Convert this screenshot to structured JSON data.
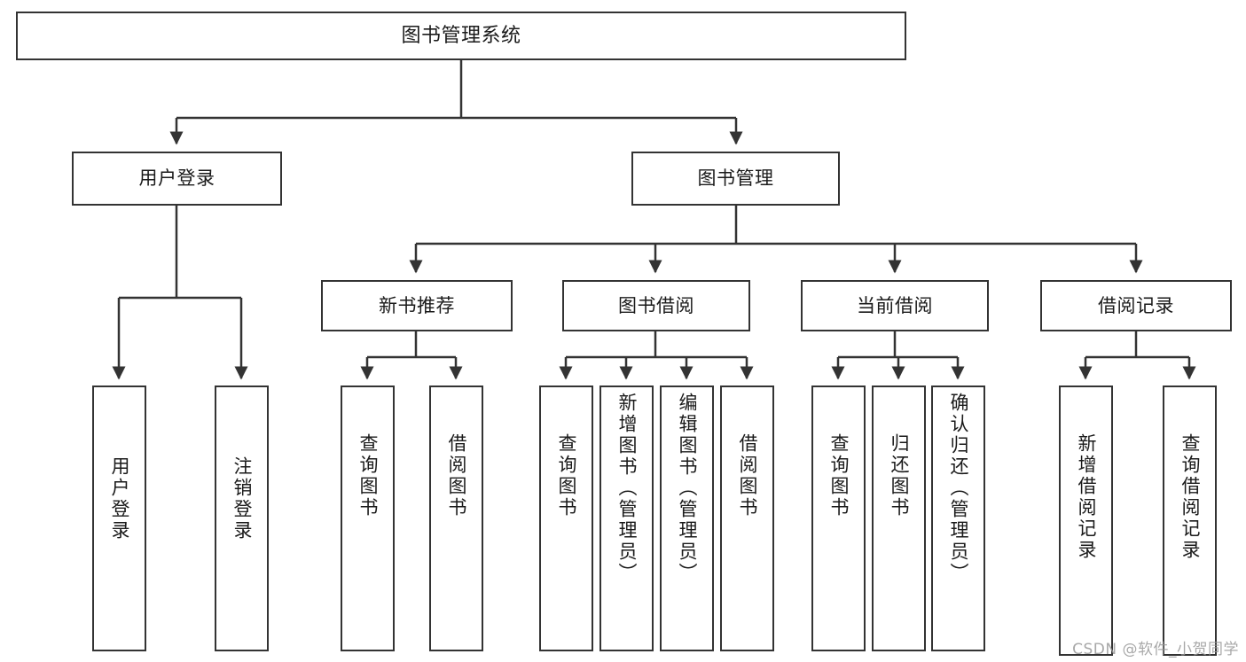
{
  "diagram": {
    "title": "图书管理系统",
    "type": "tree-hierarchy",
    "watermark": "CSDN @软件_小贺同学",
    "colors": {
      "background": "#ffffff",
      "box_border": "#333333",
      "box_fill": "#ffffff",
      "edge": "#333333",
      "text": "#1a1a1a",
      "watermark": "#9a9a9a"
    },
    "nodes": {
      "root": {
        "label": "图书管理系统"
      },
      "level1": [
        {
          "label": "用户登录"
        },
        {
          "label": "图书管理"
        }
      ],
      "level2": [
        {
          "label": "新书推荐"
        },
        {
          "label": "图书借阅"
        },
        {
          "label": "当前借阅"
        },
        {
          "label": "借阅记录"
        }
      ],
      "leaves_user_login": [
        {
          "label": "用户登录"
        },
        {
          "label": "注销登录"
        }
      ],
      "leaves_new_book": [
        {
          "label": "查询图书"
        },
        {
          "label": "借阅图书"
        }
      ],
      "leaves_borrow": [
        {
          "label": "查询图书"
        },
        {
          "label": "新增图书（管理员）"
        },
        {
          "label": "编辑图书（管理员）"
        },
        {
          "label": "借阅图书"
        }
      ],
      "leaves_current": [
        {
          "label": "查询图书"
        },
        {
          "label": "归还图书"
        },
        {
          "label": "确认归还（管理员）"
        }
      ],
      "leaves_records": [
        {
          "label": "新增借阅记录"
        },
        {
          "label": "查询借阅记录"
        }
      ]
    }
  }
}
